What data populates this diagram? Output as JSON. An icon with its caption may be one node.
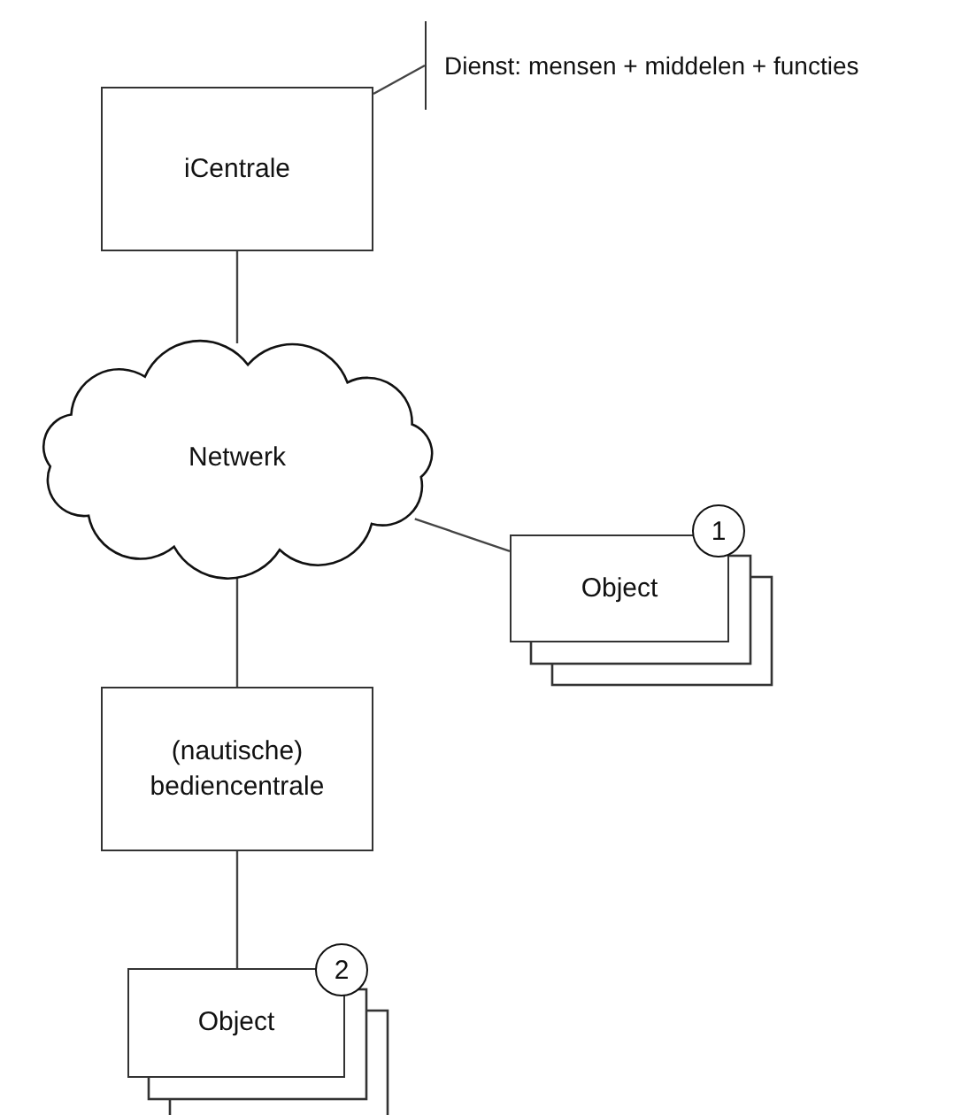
{
  "diagram": {
    "nodes": [
      {
        "text": [
          "iCentrale"
        ]
      },
      {
        "text": [
          "Dienst: mensen + middelen + functies"
        ]
      },
      {
        "text": [
          "Netwerk"
        ]
      },
      {
        "text": [
          "Object"
        ]
      },
      {
        "text": [
          "1"
        ]
      },
      {
        "text": [
          "(nautische) bediencentrale"
        ]
      },
      {
        "text": [
          "Object"
        ]
      },
      {
        "text": [
          "2"
        ]
      }
    ],
    "edges": [
      {
        "from": 1,
        "to": 0,
        "arrow": "none"
      },
      {
        "from": 0,
        "to": 2,
        "arrow": "none"
      },
      {
        "from": 2,
        "to": 3,
        "arrow": "none"
      },
      {
        "from": 2,
        "to": 5,
        "arrow": "none"
      },
      {
        "from": 5,
        "to": 6,
        "arrow": "none"
      }
    ]
  }
}
